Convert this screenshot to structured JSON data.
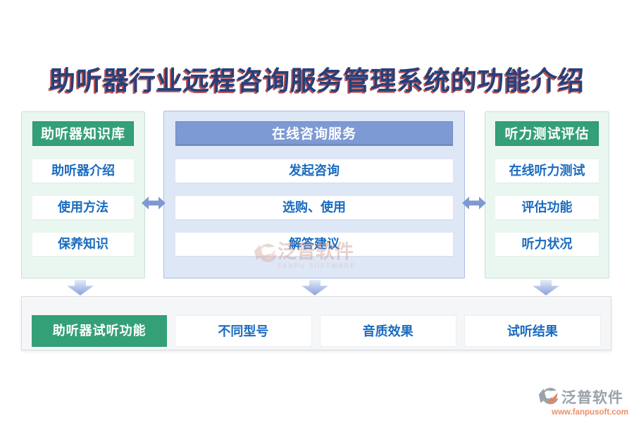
{
  "title": "助听器行业远程咨询服务管理系统的功能介绍",
  "colors": {
    "title_text": "#26407c",
    "title_shadow": "#b23434",
    "green_accent": "#34a078",
    "green_panel_bg": "#eaf6f0",
    "blue_header": "#7e9ad4",
    "blue_panel_bg": "#dee7f6",
    "item_text_blue": "#1a6bc0",
    "arrow_blue": "#8098d0",
    "bottom_panel_bg": "#f5f6f8",
    "logo_gray": "#9aa2ac",
    "logo_orange": "#e9835a"
  },
  "panels": [
    {
      "header": "助听器知识库",
      "items": [
        "助听器介绍",
        "使用方法",
        "保养知识"
      ]
    },
    {
      "header": "在线咨询服务",
      "items": [
        "发起咨询",
        "选购、使用",
        "解答建议"
      ]
    },
    {
      "header": "听力测试评估",
      "items": [
        "在线听力测试",
        "评估功能",
        "听力状况"
      ]
    }
  ],
  "bottom": {
    "header": "助听器试听功能",
    "items": [
      "不同型号",
      "音质效果",
      "试听结果"
    ]
  },
  "watermark": {
    "text": "泛普软件",
    "subtext": "FANPU SOFTWARE"
  },
  "logo": {
    "name": "泛普软件",
    "url": "www.fanpusoft.com"
  }
}
